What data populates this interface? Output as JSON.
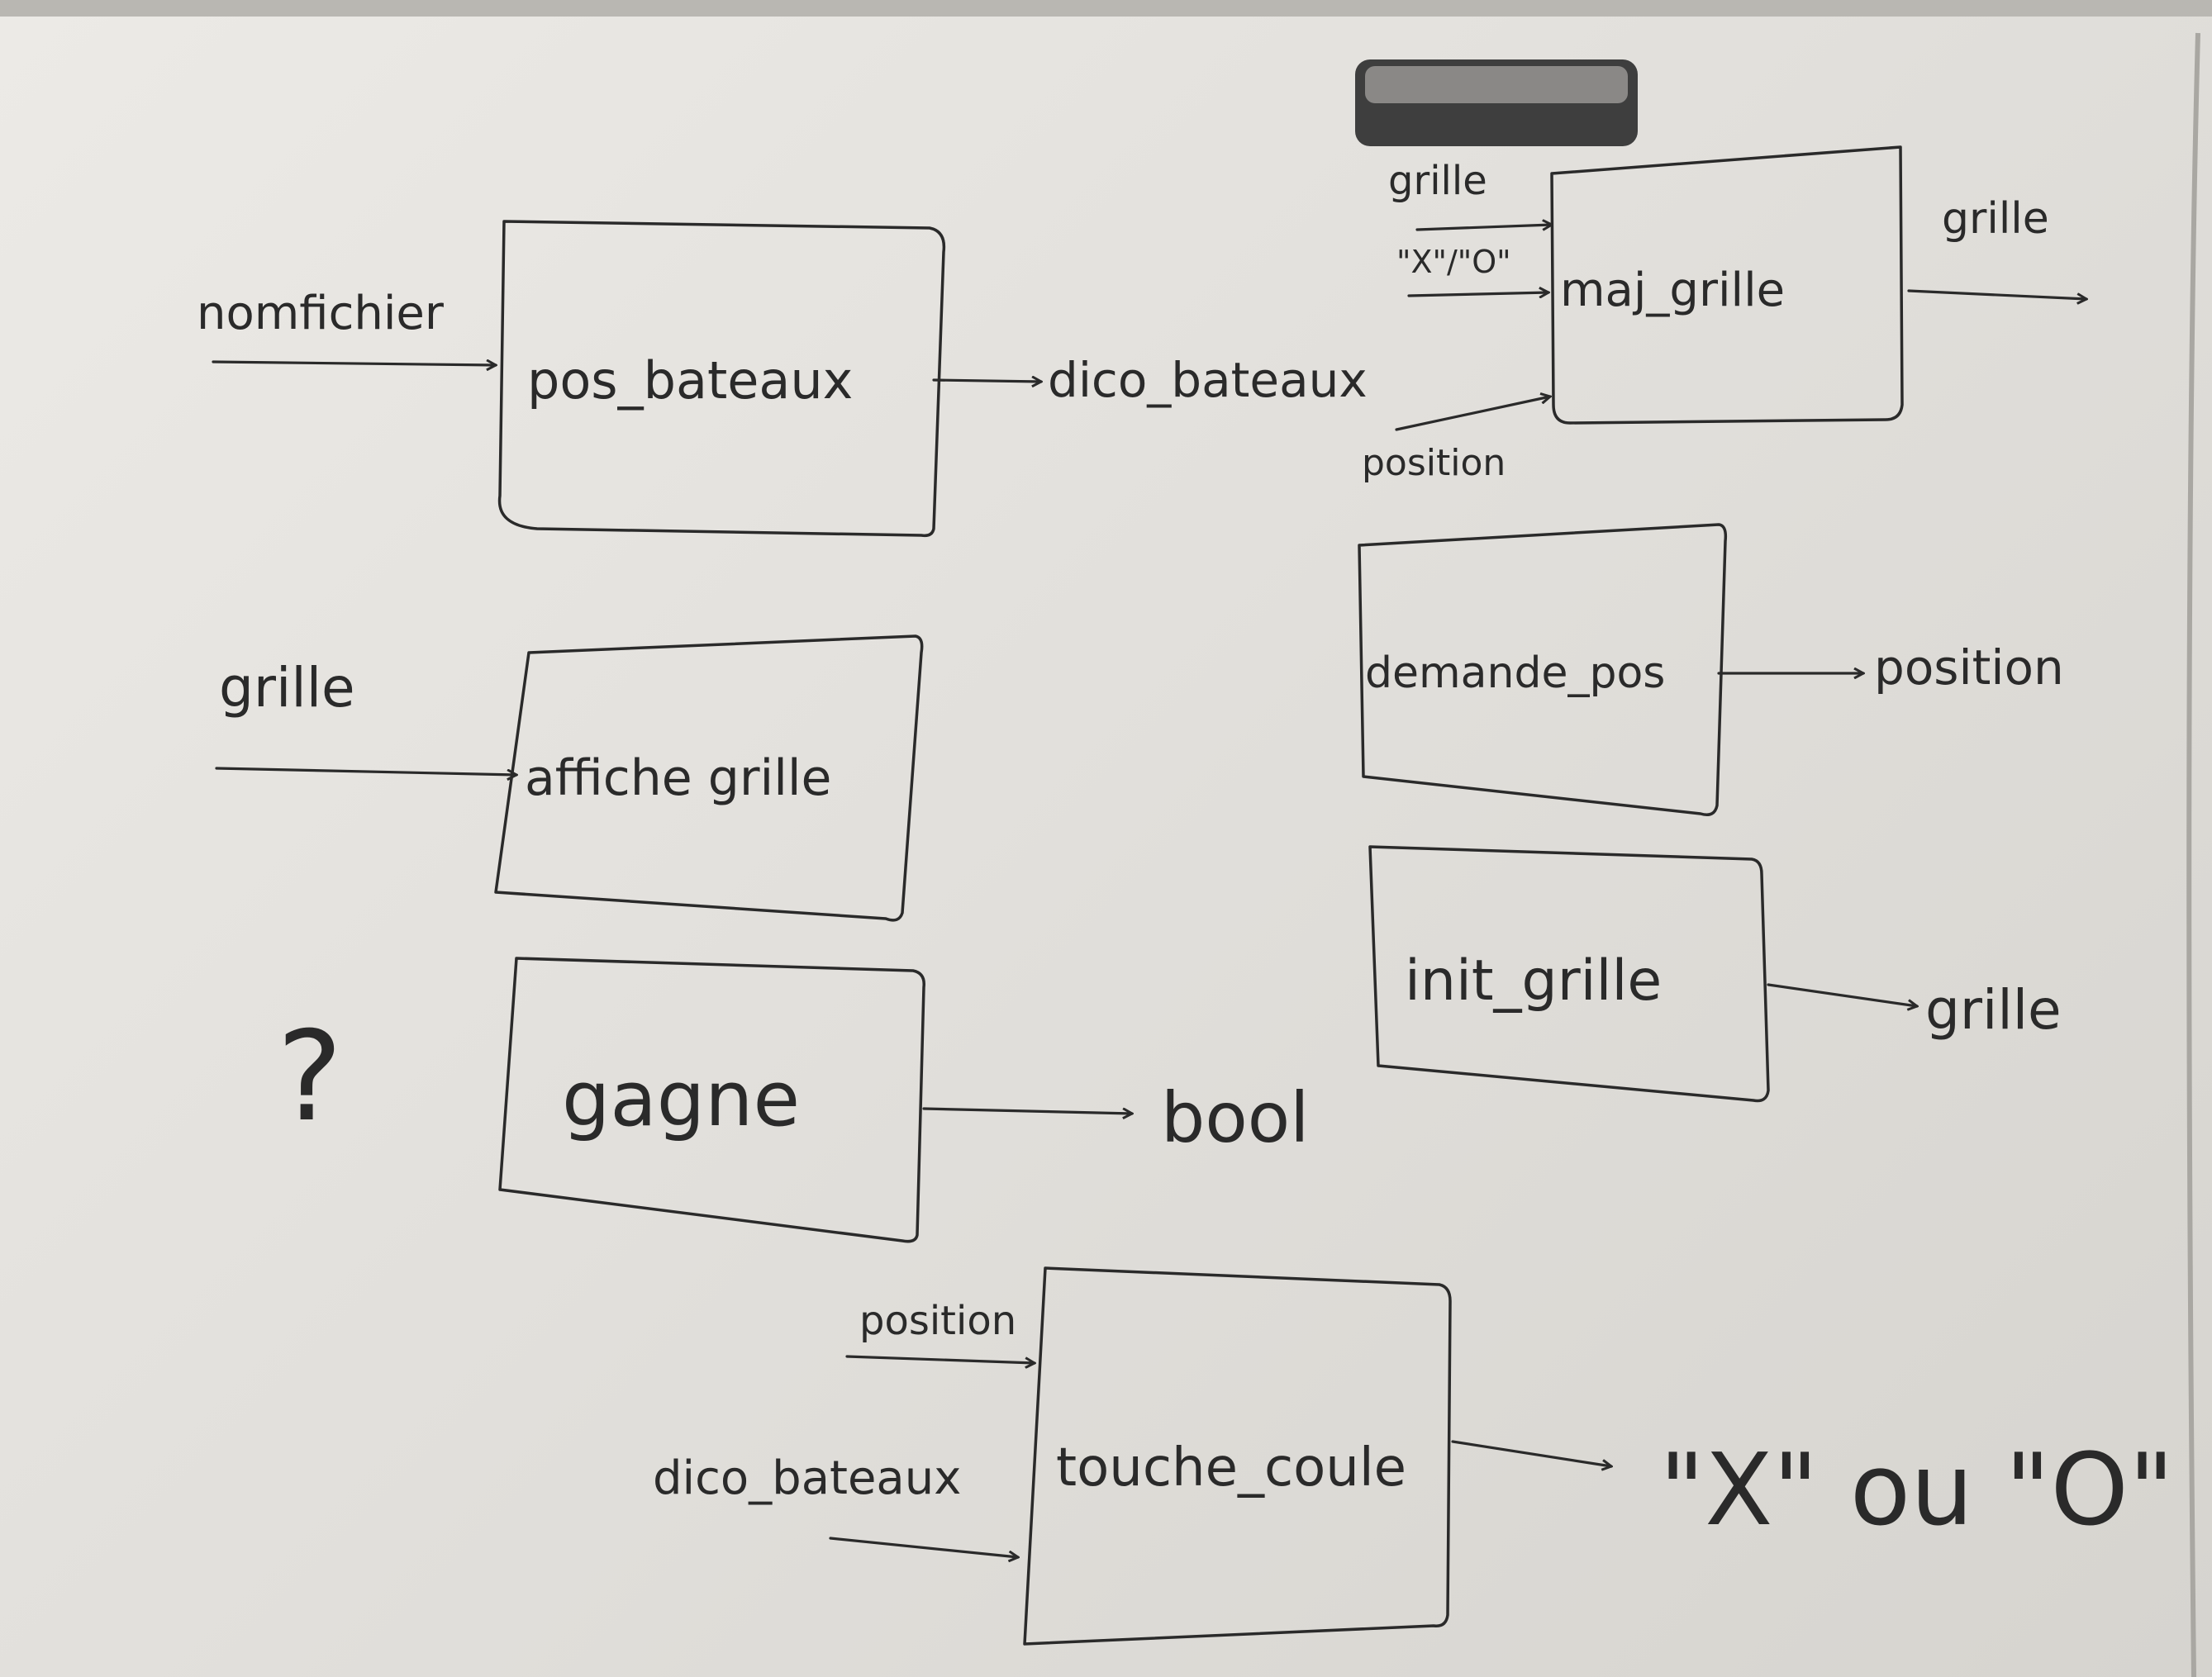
{
  "diagram": {
    "boxes": {
      "pos_bateaux": "pos_bateaux",
      "maj_grille": "maj_grille",
      "demande_pos": "demande_pos",
      "affiche_grille": "affiche grille",
      "init_grille": "init_grille",
      "gagne": "gagne",
      "touche_coule": "touche_coule"
    },
    "labels": {
      "nomfichier": "nomfichier",
      "dico_bateaux_out": "dico_bateaux",
      "maj_in_grille": "grille",
      "maj_in_xo": "\"X\"/\"O\"",
      "maj_in_position": "position",
      "maj_out_grille": "grille",
      "demande_out_position": "position",
      "affiche_in_grille": "grille",
      "init_out_grille": "grille",
      "gagne_unknown": "?",
      "gagne_out": "bool",
      "touche_in_position": "position",
      "touche_in_dico": "dico_bateaux",
      "touche_out": "\"X\" ou \"O\""
    }
  }
}
